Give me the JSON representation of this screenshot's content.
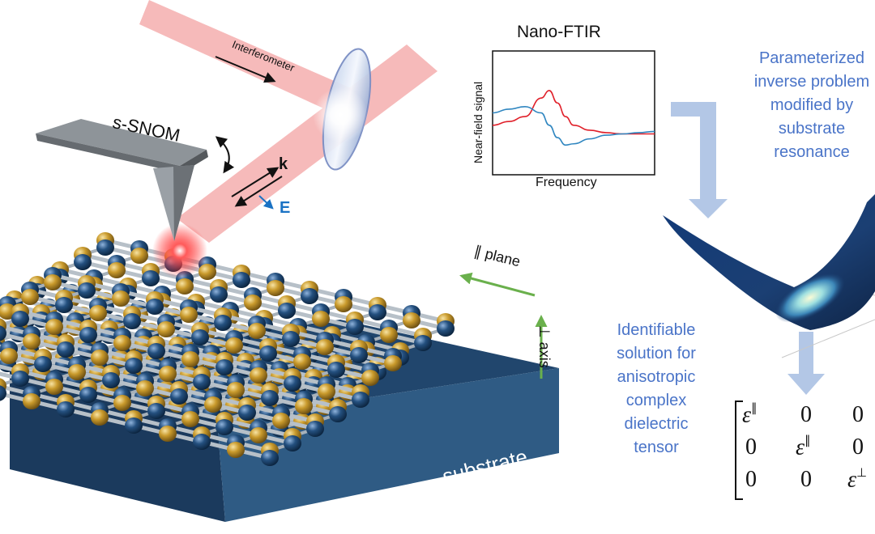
{
  "labels": {
    "interferometer": "Interferometer",
    "snom": "s-SNOM",
    "k": "k",
    "e": "E",
    "parallel_plane": "∥ plane",
    "perp_axis": "⊥ axis",
    "substrate": "substrate"
  },
  "nanoftir": {
    "title": "Nano-FTIR",
    "ylabel": "Near-field signal",
    "xlabel": "Frequency"
  },
  "chart_data": {
    "type": "line",
    "title": "Nano-FTIR",
    "xlabel": "Frequency",
    "ylabel": "Near-field signal",
    "x": [
      0,
      0.1,
      0.2,
      0.3,
      0.35,
      0.4,
      0.45,
      0.5,
      0.6,
      0.7,
      0.8,
      0.9,
      1.0
    ],
    "series": [
      {
        "color": "#e0202a",
        "values": [
          0.4,
          0.43,
          0.47,
          0.62,
          0.68,
          0.58,
          0.47,
          0.4,
          0.36,
          0.34,
          0.33,
          0.33,
          0.33
        ]
      },
      {
        "color": "#2f86c0",
        "values": [
          0.5,
          0.53,
          0.55,
          0.5,
          0.4,
          0.3,
          0.24,
          0.25,
          0.29,
          0.32,
          0.33,
          0.34,
          0.35
        ]
      }
    ],
    "grid": false,
    "legend": "none"
  },
  "right_text": {
    "top": [
      "Parameterized",
      "inverse problem",
      "modified by",
      "substrate",
      "resonance"
    ],
    "left": [
      "Identifiable",
      "solution for",
      "anisotropic",
      "complex",
      "dielectric",
      "tensor"
    ]
  },
  "tensor": {
    "symbol": "ε",
    "parallel": "∥",
    "perp": "⊥",
    "zero": "0"
  },
  "colors": {
    "beam": "#f4b4b4",
    "accent_blue": "#4a74c8",
    "arrow_green": "#6ab04c",
    "substrate": "#1e3d5f",
    "atom_blue": "#1f4a78",
    "atom_gold": "#c89a2e"
  }
}
